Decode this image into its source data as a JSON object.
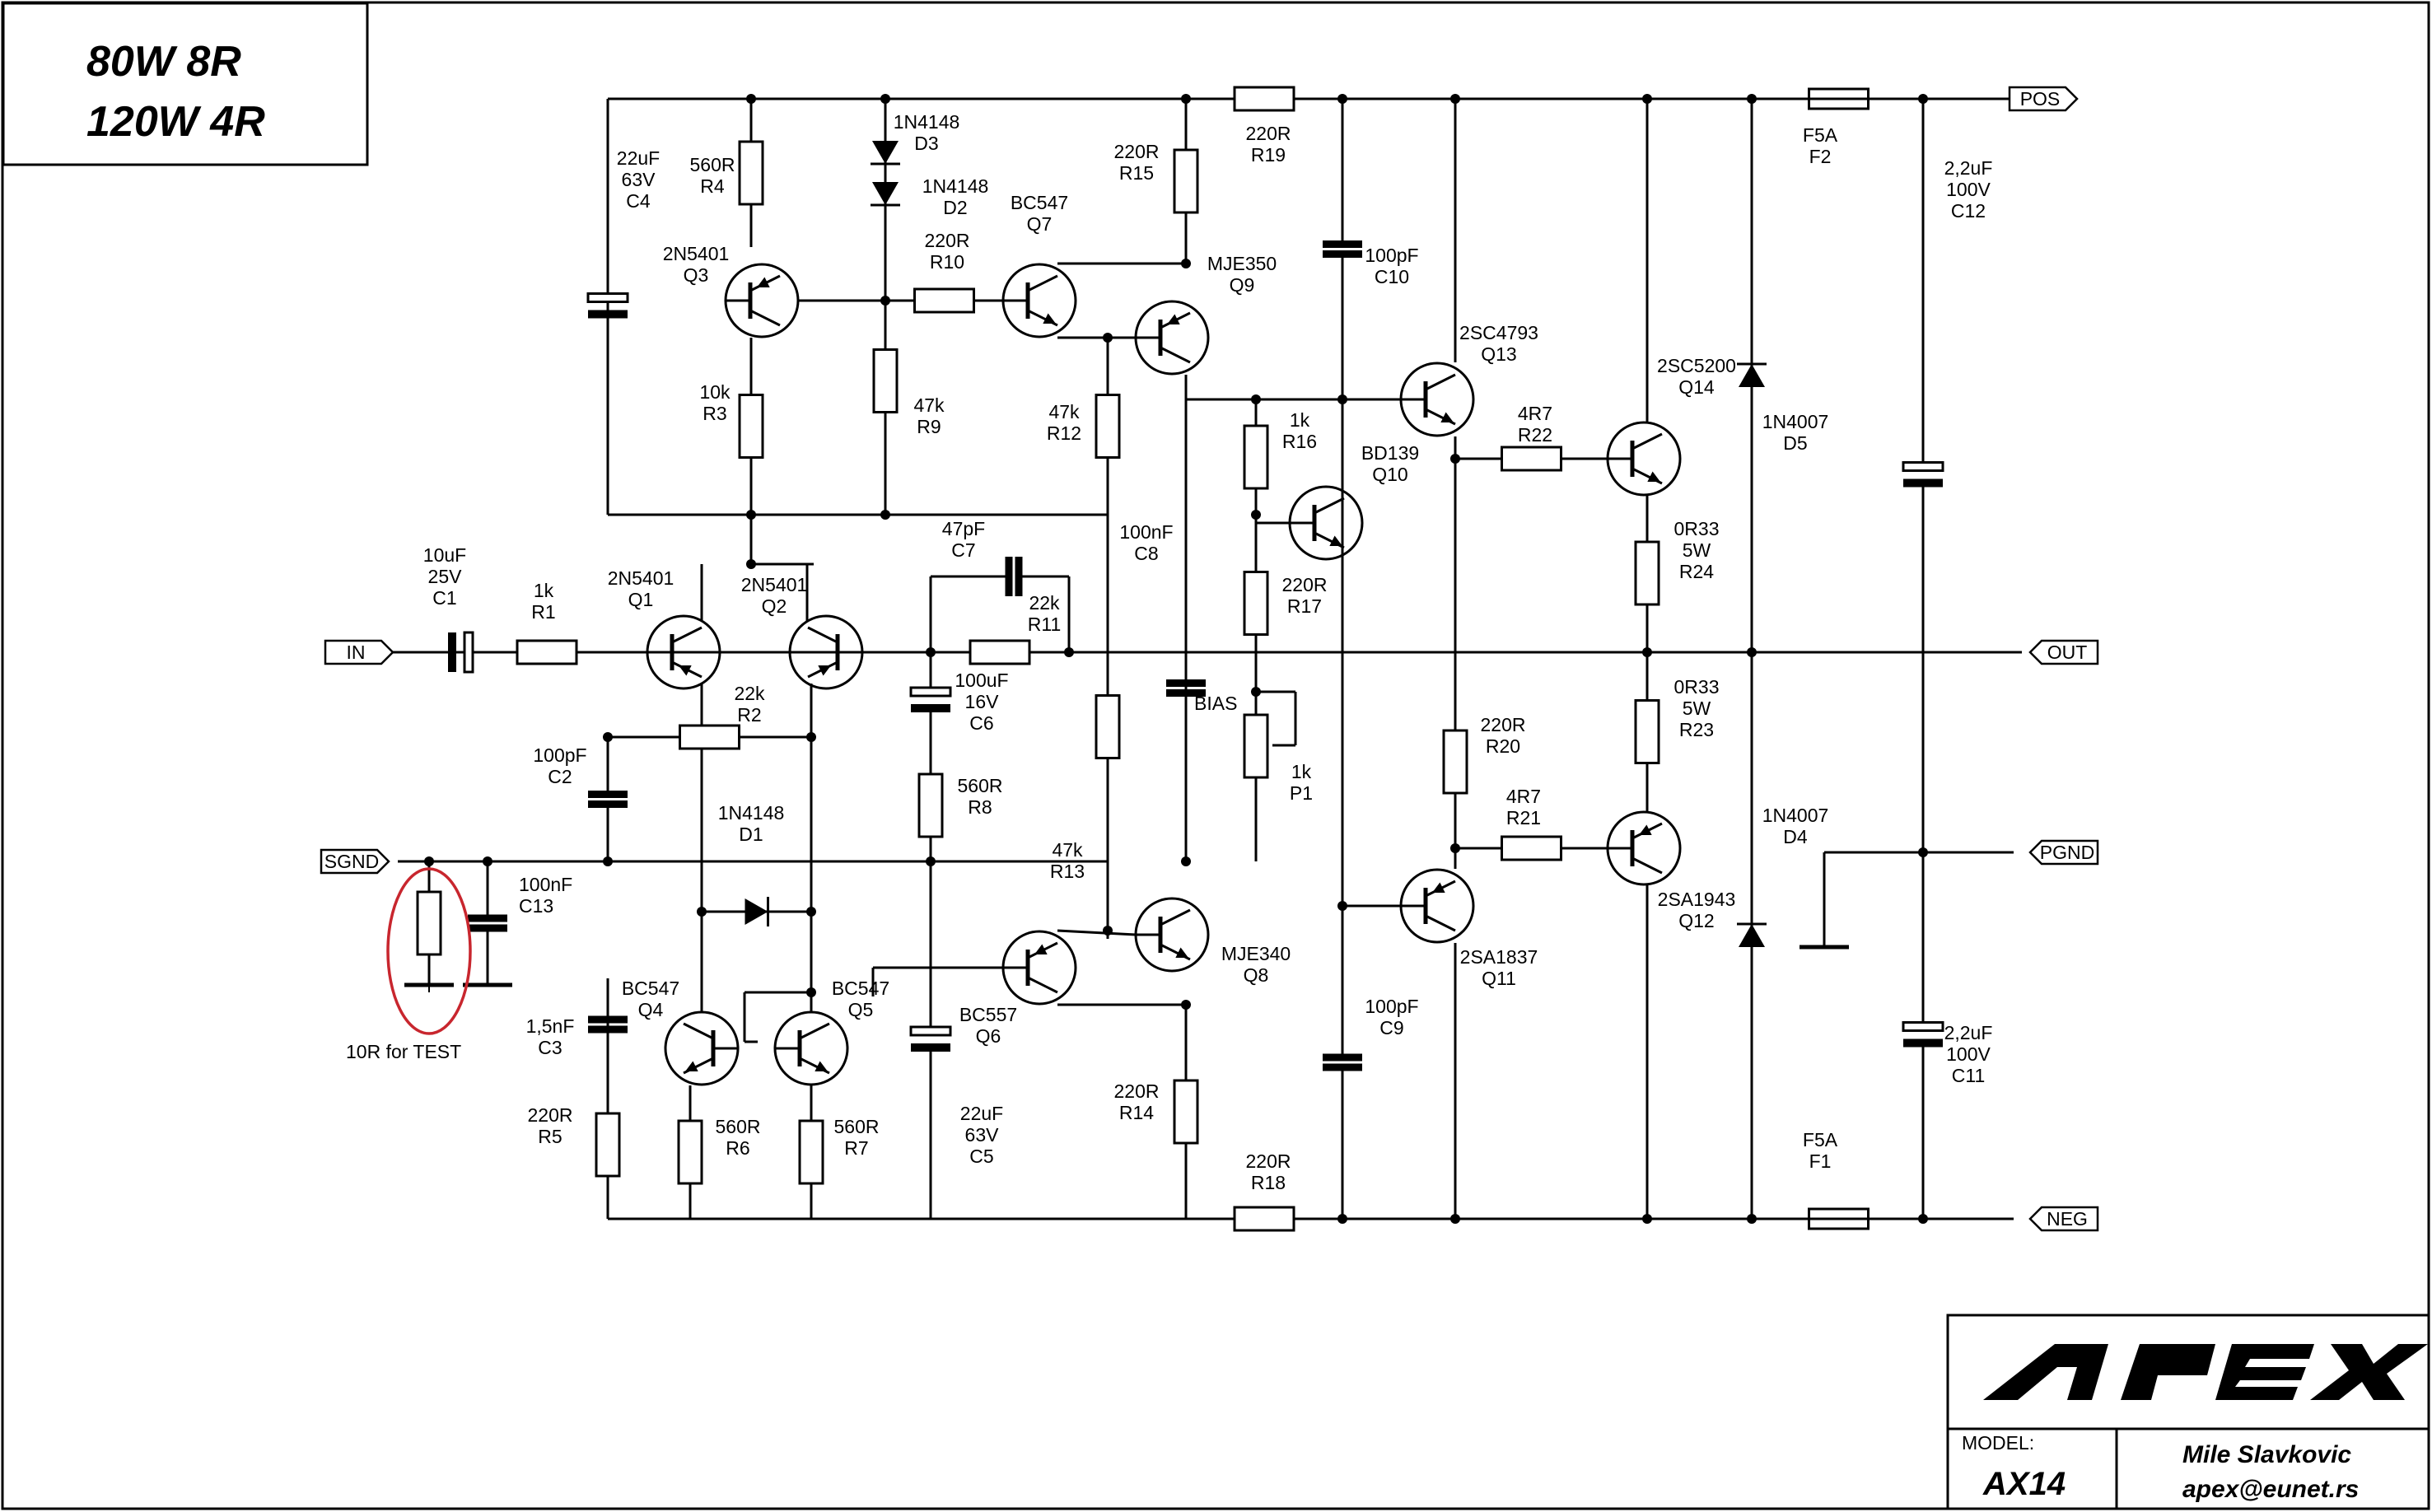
{
  "title": {
    "line1": "80W 8R",
    "line2": "120W 4R"
  },
  "ports": {
    "in": "IN",
    "sgnd": "SGND",
    "pos": "POS",
    "out": "OUT",
    "pgnd": "PGND",
    "neg": "NEG"
  },
  "test_note": "10R for TEST",
  "bias_label": "BIAS",
  "components": {
    "C1": [
      "10uF",
      "25V",
      "C1"
    ],
    "R1": [
      "1k",
      "R1"
    ],
    "Q1": [
      "2N5401",
      "Q1"
    ],
    "Q2": [
      "2N5401",
      "Q2"
    ],
    "R2": [
      "22k",
      "R2"
    ],
    "C2": [
      "100pF",
      "C2"
    ],
    "D1": [
      "1N4148",
      "D1"
    ],
    "C13": [
      "100nF",
      "C13"
    ],
    "C3": [
      "1,5nF",
      "C3"
    ],
    "R5": [
      "220R",
      "R5"
    ],
    "Q4": [
      "BC547",
      "Q4"
    ],
    "Q5": [
      "BC547",
      "Q5"
    ],
    "R6": [
      "560R",
      "R6"
    ],
    "R7": [
      "560R",
      "R7"
    ],
    "C4": [
      "22uF",
      "63V",
      "C4"
    ],
    "R4": [
      "560R",
      "R4"
    ],
    "Q3": [
      "2N5401",
      "Q3"
    ],
    "R3": [
      "10k",
      "R3"
    ],
    "D3": [
      "1N4148",
      "D3"
    ],
    "D2": [
      "1N4148",
      "D2"
    ],
    "R9": [
      "47k",
      "R9"
    ],
    "R10": [
      "220R",
      "R10"
    ],
    "Q7": [
      "BC547",
      "Q7"
    ],
    "R12": [
      "47k",
      "R12"
    ],
    "R15": [
      "220R",
      "R15"
    ],
    "Q9": [
      "MJE350",
      "Q9"
    ],
    "R19": [
      "220R",
      "R19"
    ],
    "C7": [
      "47pF",
      "C7"
    ],
    "R11": [
      "22k",
      "R11"
    ],
    "C6": [
      "100uF",
      "16V",
      "C6"
    ],
    "R8": [
      "560R",
      "R8"
    ],
    "C5": [
      "22uF",
      "63V",
      "C5"
    ],
    "C8": [
      "100nF",
      "C8"
    ],
    "R13": [
      "47k",
      "R13"
    ],
    "Q6": [
      "BC557",
      "Q6"
    ],
    "Q8": [
      "MJE340",
      "Q8"
    ],
    "R14": [
      "220R",
      "R14"
    ],
    "R18": [
      "220R",
      "R18"
    ],
    "C10": [
      "100pF",
      "C10"
    ],
    "C9": [
      "100pF",
      "C9"
    ],
    "R16": [
      "1k",
      "R16"
    ],
    "Q10": [
      "BD139",
      "Q10"
    ],
    "R17": [
      "220R",
      "R17"
    ],
    "P1": [
      "1k",
      "P1"
    ],
    "Q13": [
      "2SC4793",
      "Q13"
    ],
    "Q11": [
      "2SA1837",
      "Q11"
    ],
    "R22": [
      "4R7",
      "R22"
    ],
    "R21": [
      "4R7",
      "R21"
    ],
    "R20": [
      "220R",
      "R20"
    ],
    "Q14": [
      "2SC5200",
      "Q14"
    ],
    "Q12": [
      "2SA1943",
      "Q12"
    ],
    "R24": [
      "0R33",
      "5W",
      "R24"
    ],
    "R23": [
      "0R33",
      "5W",
      "R23"
    ],
    "D5": [
      "1N4007",
      "D5"
    ],
    "D4": [
      "1N4007",
      "D4"
    ],
    "F2": [
      "F5A",
      "F2"
    ],
    "F1": [
      "F5A",
      "F1"
    ],
    "C12": [
      "2,2uF",
      "100V",
      "C12"
    ],
    "C11": [
      "2,2uF",
      "100V",
      "C11"
    ]
  },
  "title_block": {
    "brand": "APEX",
    "model_label": "MODEL:",
    "model": "AX14",
    "author": "Mile Slavkovic",
    "email": "apex@eunet.rs"
  }
}
